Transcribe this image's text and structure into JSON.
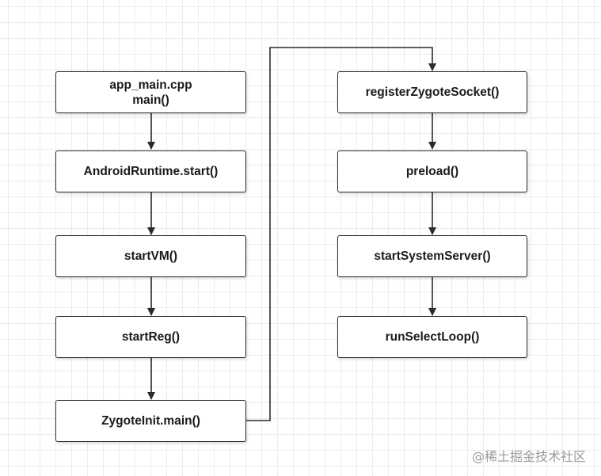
{
  "nodes": {
    "app_main": {
      "line1": "app_main.cpp",
      "line2": "main()"
    },
    "runtime_start": {
      "label": "AndroidRuntime.start()"
    },
    "start_vm": {
      "label": "startVM()"
    },
    "start_reg": {
      "label": "startReg()"
    },
    "zygote_init_main": {
      "label": "ZygoteInit.main()"
    },
    "register_socket": {
      "label": "registerZygoteSocket()"
    },
    "preload": {
      "label": "preload()"
    },
    "start_system_server": {
      "label": "startSystemServer()"
    },
    "run_select_loop": {
      "label": "runSelectLoop()"
    }
  },
  "edges": [
    {
      "from": "app_main",
      "to": "runtime_start"
    },
    {
      "from": "runtime_start",
      "to": "start_vm"
    },
    {
      "from": "start_vm",
      "to": "start_reg"
    },
    {
      "from": "start_reg",
      "to": "zygote_init_main"
    },
    {
      "from": "zygote_init_main",
      "to": "register_socket"
    },
    {
      "from": "register_socket",
      "to": "preload"
    },
    {
      "from": "preload",
      "to": "start_system_server"
    },
    {
      "from": "start_system_server",
      "to": "run_select_loop"
    }
  ],
  "colors": {
    "stroke": "#2b2b2b",
    "grid": "#ececec",
    "watermark": "#9a9a9a"
  },
  "watermark": "@稀土掘金技术社区"
}
